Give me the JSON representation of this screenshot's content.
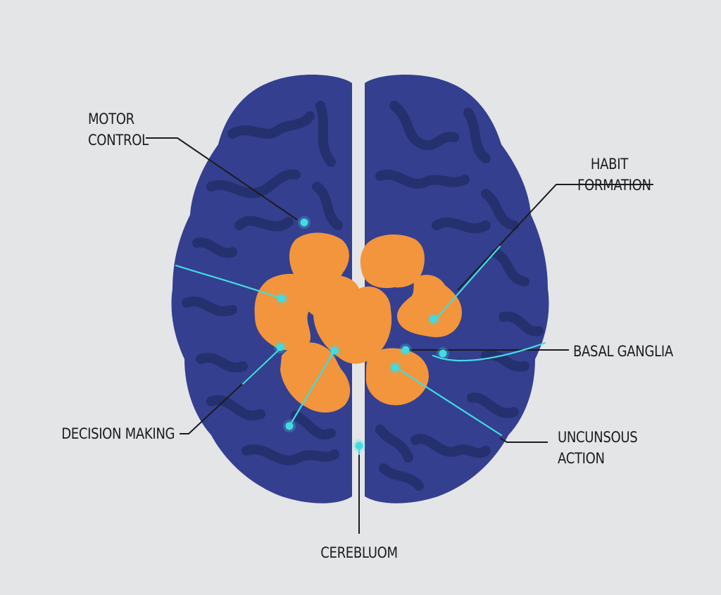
{
  "colors": {
    "background": "#e4e5e7",
    "cortex": "#343f8f",
    "sulci": "#25306f",
    "basal_ganglia": "#f2953c",
    "pointer": "#41dbe2",
    "leader": "#1c1c1e"
  },
  "labels": {
    "motor_control": {
      "line1": "MOTOR",
      "line2": "CONTROL"
    },
    "habit_formation": {
      "line1": "HABIT",
      "line2": "FORMATION"
    },
    "basal_ganglia": {
      "line1": "BASAL GANGLIA"
    },
    "decision_making": {
      "line1": "DECISION MAKING"
    },
    "uncunsous_action": {
      "line1": "UNCUNSOUS",
      "line2": "ACTION"
    },
    "cerebluom": {
      "line1": "CEREBLUOM"
    }
  }
}
